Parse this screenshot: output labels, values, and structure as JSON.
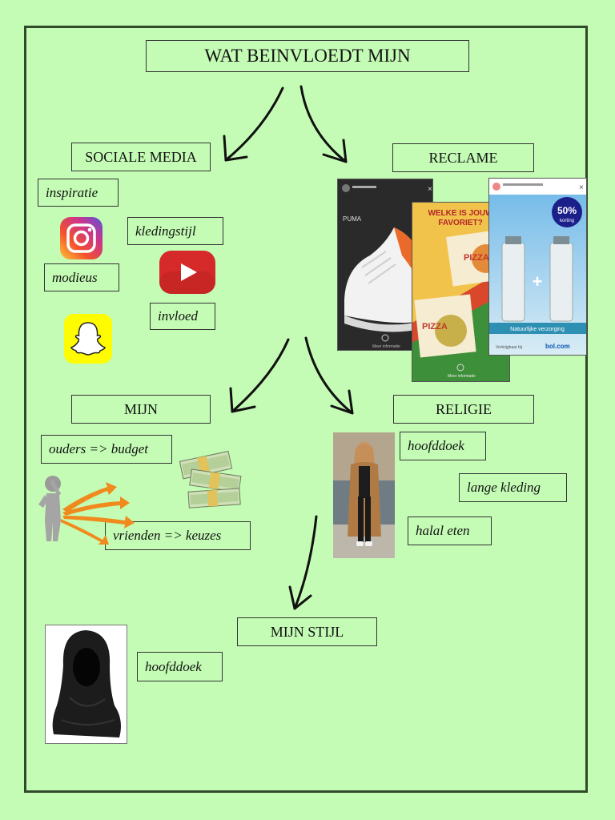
{
  "title": "WAT BEINVLOEDT MIJN",
  "sections": {
    "social": {
      "heading": "SOCIALE MEDIA",
      "labels": [
        "inspiratie",
        "kledingstijl",
        "modieus",
        "invloed"
      ]
    },
    "ads": {
      "heading": "RECLAME",
      "ad_texts": {
        "pizza_question": "WELKE IS JOUW FAVORIET?",
        "discount": "50%",
        "discount_sub": "korting",
        "natural_care": "Natuurlijke verzorging",
        "more_info": "Meer informatie",
        "sold_by": "Verkrijgbaar bij"
      }
    },
    "mine": {
      "heading": "MIJN",
      "labels": [
        "ouders => budget",
        "vrienden => keuzes"
      ]
    },
    "religion": {
      "heading": "RELIGIE",
      "labels": [
        "hoofddoek",
        "lange kleding",
        "halal eten"
      ]
    },
    "style": {
      "heading": "MIJN STIJL",
      "labels": [
        "hoofddoek"
      ]
    }
  },
  "icons": [
    "instagram-icon",
    "youtube-icon",
    "snapchat-icon",
    "person-choices-icon",
    "money-icon"
  ],
  "colors": {
    "background": "#c4fcb5",
    "frame": "#2f4a2a",
    "youtube": "#d62a2a",
    "snapchat": "#fffc00"
  }
}
